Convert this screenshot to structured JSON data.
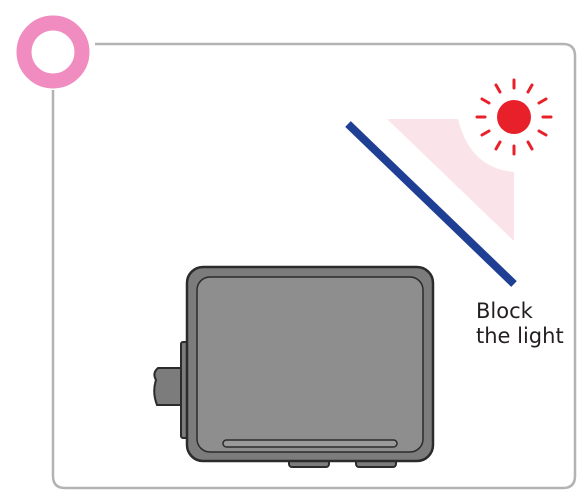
{
  "diagram": {
    "verdict_marker": "circle-o",
    "caption_lines": [
      "Block",
      "the light"
    ]
  },
  "colors": {
    "marker": "#f08cc0",
    "frame": "#b3b3b3",
    "sun": "#e8202a",
    "glow": "#fbe3ea",
    "shield": "#1f3f94",
    "device_fill": "#7c7c7c",
    "device_face": "#8e8e8e",
    "device_edge": "#2b2b2b"
  }
}
